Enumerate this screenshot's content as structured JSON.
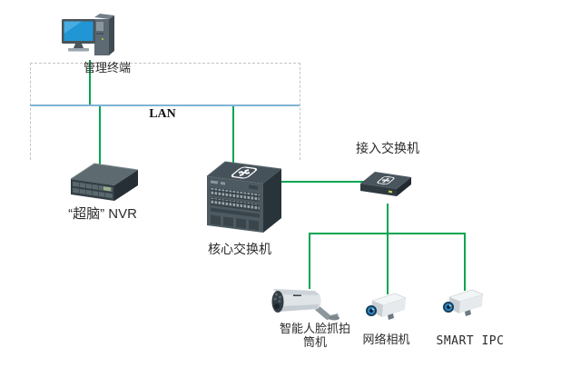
{
  "colors": {
    "link": "#00a550",
    "lan": "#7fb4d6",
    "dash": "#c3c3c3",
    "label": "#2b2b2b",
    "screen_blue": "#2196d4",
    "lens_blue": "#2e86c0",
    "device_dark": "#46525a"
  },
  "labels": {
    "lan": "LAN",
    "terminal": "管理终端",
    "nvr": "“超脑” NVR",
    "core_switch": "核心交换机",
    "access_switch": "接入交换机",
    "bullet_camera_line1": "智能人脸抓拍",
    "bullet_camera_line2": "筒机",
    "network_camera": "网络相机",
    "smart_ipc": "SMART IPC"
  },
  "icons": {
    "terminal": "desktop-computer-icon",
    "nvr": "nvr-server-icon",
    "core_switch": "core-switch-icon",
    "access_switch": "access-switch-icon",
    "bullet_camera": "bullet-camera-icon",
    "network_camera": "box-camera-icon",
    "smart_ipc": "box-camera-icon"
  }
}
